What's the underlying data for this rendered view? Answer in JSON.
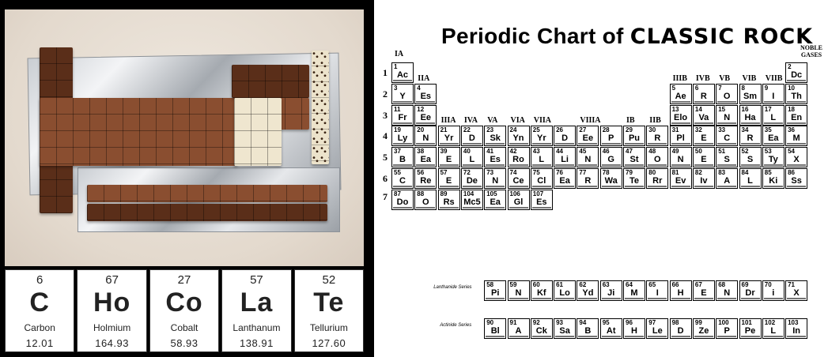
{
  "left": {
    "elements": [
      {
        "number": "6",
        "symbol": "C",
        "name": "Carbon",
        "mass": "12.01"
      },
      {
        "number": "67",
        "symbol": "Ho",
        "name": "Holmium",
        "mass": "164.93"
      },
      {
        "number": "27",
        "symbol": "Co",
        "name": "Cobalt",
        "mass": "58.93"
      },
      {
        "number": "57",
        "symbol": "La",
        "name": "Lanthanum",
        "mass": "138.91"
      },
      {
        "number": "52",
        "symbol": "Te",
        "name": "Tellurium",
        "mass": "127.60"
      }
    ]
  },
  "right": {
    "title_prefix": "Periodic Chart of ",
    "title_emphasis": "CLASSIC ROCK",
    "noble_gases": "NOBLE GASES",
    "groups": [
      "IA",
      "IIA",
      "IIIA",
      "IVA",
      "VA",
      "VIA",
      "VIIA",
      "VIIIA",
      "IB",
      "IIB",
      "IIIB",
      "IVB",
      "VB",
      "VIB",
      "VIIB"
    ],
    "periods": [
      "1",
      "2",
      "3",
      "4",
      "5",
      "6",
      "7"
    ],
    "lanthanide_label": "Lanthanide Series",
    "actinide_label": "Actinide Series",
    "main_cells": [
      {
        "n": "1",
        "s": "Ac"
      },
      {
        "n": "2",
        "s": "Dc"
      },
      {
        "n": "3",
        "s": "Y"
      },
      {
        "n": "4",
        "s": "Es"
      },
      {
        "n": "5",
        "s": "Ae"
      },
      {
        "n": "6",
        "s": "R"
      },
      {
        "n": "7",
        "s": "O"
      },
      {
        "n": "8",
        "s": "Sm"
      },
      {
        "n": "9",
        "s": "I"
      },
      {
        "n": "10",
        "s": "Th"
      },
      {
        "n": "11",
        "s": "Fr"
      },
      {
        "n": "12",
        "s": "Ee"
      },
      {
        "n": "13",
        "s": "Elo"
      },
      {
        "n": "14",
        "s": "Va"
      },
      {
        "n": "15",
        "s": "N"
      },
      {
        "n": "16",
        "s": "Ha"
      },
      {
        "n": "17",
        "s": "L"
      },
      {
        "n": "18",
        "s": "En"
      },
      {
        "n": "19",
        "s": "Ly"
      },
      {
        "n": "20",
        "s": "N"
      },
      {
        "n": "21",
        "s": "Yr"
      },
      {
        "n": "22",
        "s": "D"
      },
      {
        "n": "23",
        "s": "Sk"
      },
      {
        "n": "24",
        "s": "Yn"
      },
      {
        "n": "25",
        "s": "Yr"
      },
      {
        "n": "26",
        "s": "D"
      },
      {
        "n": "27",
        "s": "Ee"
      },
      {
        "n": "28",
        "s": "P"
      },
      {
        "n": "29",
        "s": "Pu"
      },
      {
        "n": "30",
        "s": "R"
      },
      {
        "n": "31",
        "s": "Pl"
      },
      {
        "n": "32",
        "s": "E"
      },
      {
        "n": "33",
        "s": "C"
      },
      {
        "n": "34",
        "s": "R"
      },
      {
        "n": "35",
        "s": "Ea"
      },
      {
        "n": "36",
        "s": "M"
      },
      {
        "n": "37",
        "s": "B"
      },
      {
        "n": "38",
        "s": "Ea"
      },
      {
        "n": "39",
        "s": "E"
      },
      {
        "n": "40",
        "s": "L"
      },
      {
        "n": "41",
        "s": "Es"
      },
      {
        "n": "42",
        "s": "Ro"
      },
      {
        "n": "43",
        "s": "L"
      },
      {
        "n": "44",
        "s": "Li"
      },
      {
        "n": "45",
        "s": "N"
      },
      {
        "n": "46",
        "s": "G"
      },
      {
        "n": "47",
        "s": "St"
      },
      {
        "n": "48",
        "s": "O"
      },
      {
        "n": "49",
        "s": "N"
      },
      {
        "n": "50",
        "s": "E"
      },
      {
        "n": "51",
        "s": "S"
      },
      {
        "n": "52",
        "s": "S"
      },
      {
        "n": "53",
        "s": "Ty"
      },
      {
        "n": "54",
        "s": "X"
      },
      {
        "n": "55",
        "s": "C"
      },
      {
        "n": "56",
        "s": "Re"
      },
      {
        "n": "57",
        "s": "E"
      },
      {
        "n": "72",
        "s": "De"
      },
      {
        "n": "73",
        "s": "N"
      },
      {
        "n": "74",
        "s": "Ce"
      },
      {
        "n": "75",
        "s": "Cl"
      },
      {
        "n": "76",
        "s": "Ea"
      },
      {
        "n": "77",
        "s": "R"
      },
      {
        "n": "78",
        "s": "Wa"
      },
      {
        "n": "79",
        "s": "Te"
      },
      {
        "n": "80",
        "s": "Rr"
      },
      {
        "n": "81",
        "s": "Ev"
      },
      {
        "n": "82",
        "s": "Iv"
      },
      {
        "n": "83",
        "s": "A"
      },
      {
        "n": "84",
        "s": "L"
      },
      {
        "n": "85",
        "s": "Ki"
      },
      {
        "n": "86",
        "s": "Ss"
      },
      {
        "n": "87",
        "s": "Do"
      },
      {
        "n": "88",
        "s": "O"
      },
      {
        "n": "89",
        "s": "Rs"
      },
      {
        "n": "104",
        "s": "Mc5"
      },
      {
        "n": "105",
        "s": "Ea"
      },
      {
        "n": "106",
        "s": "Gl"
      },
      {
        "n": "107",
        "s": "Es"
      }
    ],
    "lanthanides": [
      {
        "n": "58",
        "s": "Pi"
      },
      {
        "n": "59",
        "s": "N"
      },
      {
        "n": "60",
        "s": "Kf"
      },
      {
        "n": "61",
        "s": "Lo"
      },
      {
        "n": "62",
        "s": "Yd"
      },
      {
        "n": "63",
        "s": "Ji"
      },
      {
        "n": "64",
        "s": "M"
      },
      {
        "n": "65",
        "s": "I"
      },
      {
        "n": "66",
        "s": "H"
      },
      {
        "n": "67",
        "s": "E"
      },
      {
        "n": "68",
        "s": "N"
      },
      {
        "n": "69",
        "s": "Dr"
      },
      {
        "n": "70",
        "s": "i"
      },
      {
        "n": "71",
        "s": "X"
      }
    ],
    "actinides": [
      {
        "n": "90",
        "s": "Bl"
      },
      {
        "n": "91",
        "s": "A"
      },
      {
        "n": "92",
        "s": "Ck"
      },
      {
        "n": "93",
        "s": "Sa"
      },
      {
        "n": "94",
        "s": "B"
      },
      {
        "n": "95",
        "s": "At"
      },
      {
        "n": "96",
        "s": "H"
      },
      {
        "n": "97",
        "s": "Le"
      },
      {
        "n": "98",
        "s": "D"
      },
      {
        "n": "99",
        "s": "Ze"
      },
      {
        "n": "100",
        "s": "P"
      },
      {
        "n": "101",
        "s": "Pe"
      },
      {
        "n": "102",
        "s": "L"
      },
      {
        "n": "103",
        "s": "In"
      }
    ]
  }
}
